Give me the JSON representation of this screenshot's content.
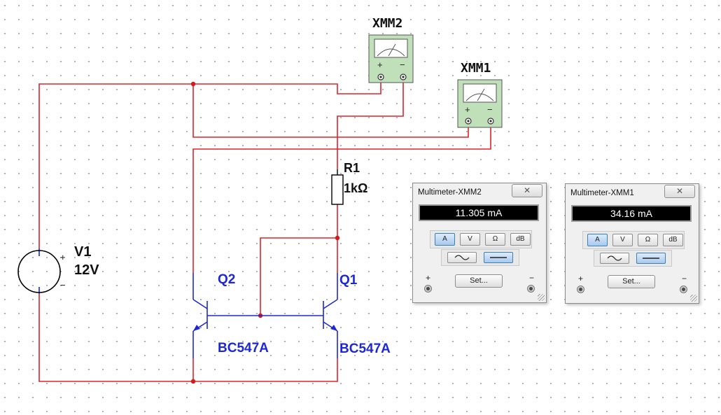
{
  "schematic": {
    "voltage_source": {
      "name": "V1",
      "value": "12V",
      "plus_sign": "+",
      "minus_sign": "−"
    },
    "resistor": {
      "name": "R1",
      "value": "1kΩ"
    },
    "transistors": [
      {
        "name": "Q2",
        "model": "BC547A"
      },
      {
        "name": "Q1",
        "model": "BC547A"
      }
    ],
    "meters": [
      {
        "name": "XMM2",
        "plus_sign": "+",
        "minus_sign": "−"
      },
      {
        "name": "XMM1",
        "plus_sign": "+",
        "minus_sign": "−"
      }
    ],
    "colors": {
      "wire": "#e0232a",
      "component": "#1e28d2",
      "junction": "#d41a1a",
      "label": "#111111"
    }
  },
  "panels": [
    {
      "title": "Multimeter-XMM2",
      "close_label": "✕",
      "reading": "11.305 mA",
      "buttons": [
        "A",
        "V",
        "Ω",
        "dB"
      ],
      "active_button": "A",
      "set_label": "Set...",
      "plus_label": "+",
      "minus_label": "−"
    },
    {
      "title": "Multimeter-XMM1",
      "close_label": "✕",
      "reading": "34.16 mA",
      "buttons": [
        "A",
        "V",
        "Ω",
        "dB"
      ],
      "active_button": "A",
      "set_label": "Set...",
      "plus_label": "+",
      "minus_label": "−"
    }
  ]
}
